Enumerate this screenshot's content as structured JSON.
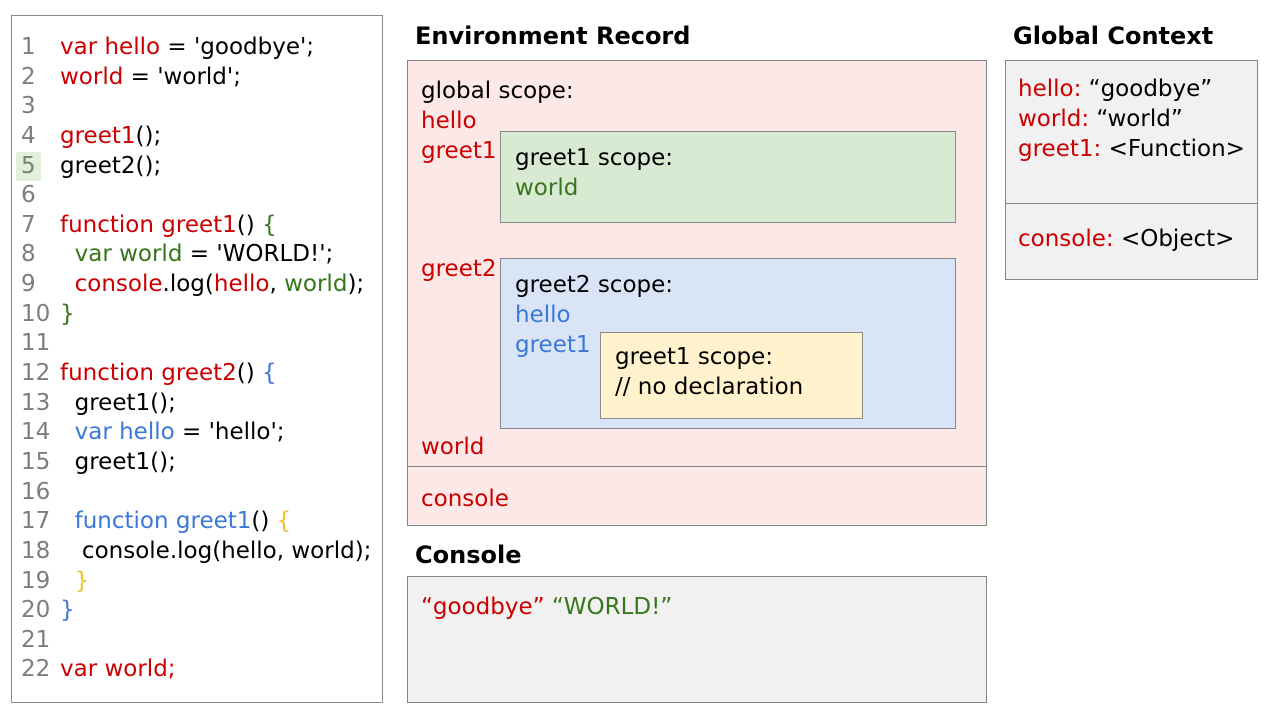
{
  "colors": {
    "keyword_red": "#cc0000",
    "scope_green": "#38761d",
    "scope_blue": "#3c78d8",
    "scope_yellow": "#f0c232",
    "global_scope_bg": "#fce8e6",
    "greet1_scope_bg": "#d9ead3",
    "greet2_scope_bg": "#d9e5f6",
    "inner_scope_bg": "#fff2cc",
    "panel_gray_bg": "#f1f1f1",
    "line_highlight_bg": "#e2efda",
    "line_number_gray": "#7d7d7d"
  },
  "code_panel": {
    "highlighted_line": "5",
    "lines": [
      {
        "n": "1",
        "tokens": [
          {
            "t": "var hello",
            "c": "red"
          },
          {
            "t": " = 'goodbye';",
            "c": "black"
          }
        ]
      },
      {
        "n": "2",
        "tokens": [
          {
            "t": "world",
            "c": "red"
          },
          {
            "t": " = 'world';",
            "c": "black"
          }
        ]
      },
      {
        "n": "3",
        "tokens": []
      },
      {
        "n": "4",
        "tokens": [
          {
            "t": "greet1",
            "c": "red"
          },
          {
            "t": "();",
            "c": "black"
          }
        ]
      },
      {
        "n": "5",
        "tokens": [
          {
            "t": "greet2();",
            "c": "black"
          }
        ]
      },
      {
        "n": "6",
        "tokens": []
      },
      {
        "n": "7",
        "tokens": [
          {
            "t": "function greet1",
            "c": "red"
          },
          {
            "t": "() ",
            "c": "black"
          },
          {
            "t": "{",
            "c": "green"
          }
        ]
      },
      {
        "n": "8",
        "tokens": [
          {
            "t": "  ",
            "c": "black"
          },
          {
            "t": "var world",
            "c": "green"
          },
          {
            "t": " = 'WORLD!';",
            "c": "black"
          }
        ]
      },
      {
        "n": "9",
        "tokens": [
          {
            "t": "  ",
            "c": "black"
          },
          {
            "t": "console",
            "c": "red"
          },
          {
            "t": ".log(",
            "c": "black"
          },
          {
            "t": "hello",
            "c": "red"
          },
          {
            "t": ", ",
            "c": "black"
          },
          {
            "t": "world",
            "c": "green"
          },
          {
            "t": ");",
            "c": "black"
          }
        ]
      },
      {
        "n": "10",
        "tokens": [
          {
            "t": "}",
            "c": "green"
          }
        ]
      },
      {
        "n": "11",
        "tokens": []
      },
      {
        "n": "12",
        "tokens": [
          {
            "t": "function greet2",
            "c": "red"
          },
          {
            "t": "() ",
            "c": "black"
          },
          {
            "t": "{",
            "c": "blue"
          }
        ]
      },
      {
        "n": "13",
        "tokens": [
          {
            "t": "  greet1();",
            "c": "black"
          }
        ]
      },
      {
        "n": "14",
        "tokens": [
          {
            "t": "  ",
            "c": "black"
          },
          {
            "t": "var hello",
            "c": "blue"
          },
          {
            "t": " = 'hello';",
            "c": "black"
          }
        ]
      },
      {
        "n": "15",
        "tokens": [
          {
            "t": "  greet1();",
            "c": "black"
          }
        ]
      },
      {
        "n": "16",
        "tokens": []
      },
      {
        "n": "17",
        "tokens": [
          {
            "t": "  ",
            "c": "black"
          },
          {
            "t": "function greet1",
            "c": "blue"
          },
          {
            "t": "() ",
            "c": "black"
          },
          {
            "t": "{",
            "c": "yellow"
          }
        ]
      },
      {
        "n": "18",
        "tokens": [
          {
            "t": "   console.log(hello, world);",
            "c": "black"
          }
        ]
      },
      {
        "n": "19",
        "tokens": [
          {
            "t": "  ",
            "c": "black"
          },
          {
            "t": "}",
            "c": "yellow"
          }
        ]
      },
      {
        "n": "20",
        "tokens": [
          {
            "t": "}",
            "c": "blue"
          }
        ]
      },
      {
        "n": "21",
        "tokens": []
      },
      {
        "n": "22",
        "tokens": [
          {
            "t": "var world;",
            "c": "red"
          }
        ]
      }
    ]
  },
  "environment_record": {
    "title": "Environment Record",
    "global_scope": {
      "label": "global scope:",
      "vars_top": [
        "hello",
        "greet1"
      ],
      "var_mid": "greet2",
      "var_bottom": "world"
    },
    "greet1_scope": {
      "label": "greet1 scope:",
      "vars": [
        "world"
      ]
    },
    "greet2_scope": {
      "label": "greet2 scope:",
      "vars": [
        "hello",
        "greet1"
      ]
    },
    "greet1_inner_scope": {
      "label": "greet1 scope:",
      "comment": "// no declaration"
    },
    "console_binding": "console"
  },
  "console": {
    "title": "Console",
    "entries": [
      {
        "t": "“goodbye”",
        "c": "red"
      },
      {
        "t": "“WORLD!”",
        "c": "green"
      }
    ]
  },
  "global_context": {
    "title": "Global Context",
    "box1": [
      {
        "name": "hello:",
        "value": " “goodbye”"
      },
      {
        "name": "world:",
        "value": " “world”"
      },
      {
        "name": "greet1:",
        "value": " <Function>"
      }
    ],
    "box2": [
      {
        "name": "console:",
        "value": " <Object>"
      }
    ]
  }
}
